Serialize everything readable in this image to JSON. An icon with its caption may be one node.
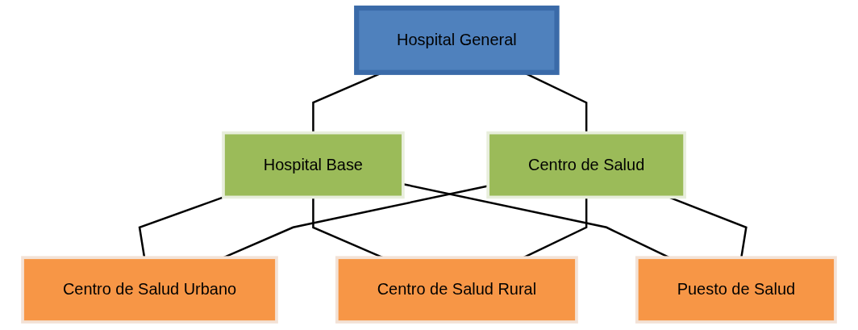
{
  "diagram": {
    "nodes": [
      {
        "text": [
          "Hospital General"
        ]
      },
      {
        "text": [
          "Hospital Base"
        ]
      },
      {
        "text": [
          "Centro de Salud"
        ]
      },
      {
        "text": [
          "Centro de Salud Urbano"
        ]
      },
      {
        "text": [
          "Centro de Salud Rural"
        ]
      },
      {
        "text": [
          "Puesto de Salud"
        ]
      }
    ],
    "edges": [
      {
        "from": 0,
        "to": 1,
        "arrow": "none"
      },
      {
        "from": 0,
        "to": 2,
        "arrow": "none"
      },
      {
        "from": 1,
        "to": 3,
        "arrow": "none"
      },
      {
        "from": 1,
        "to": 4,
        "arrow": "none"
      },
      {
        "from": 1,
        "to": 5,
        "arrow": "none"
      },
      {
        "from": 2,
        "to": 3,
        "arrow": "none"
      },
      {
        "from": 2,
        "to": 4,
        "arrow": "none"
      },
      {
        "from": 2,
        "to": 5,
        "arrow": "none"
      }
    ]
  }
}
